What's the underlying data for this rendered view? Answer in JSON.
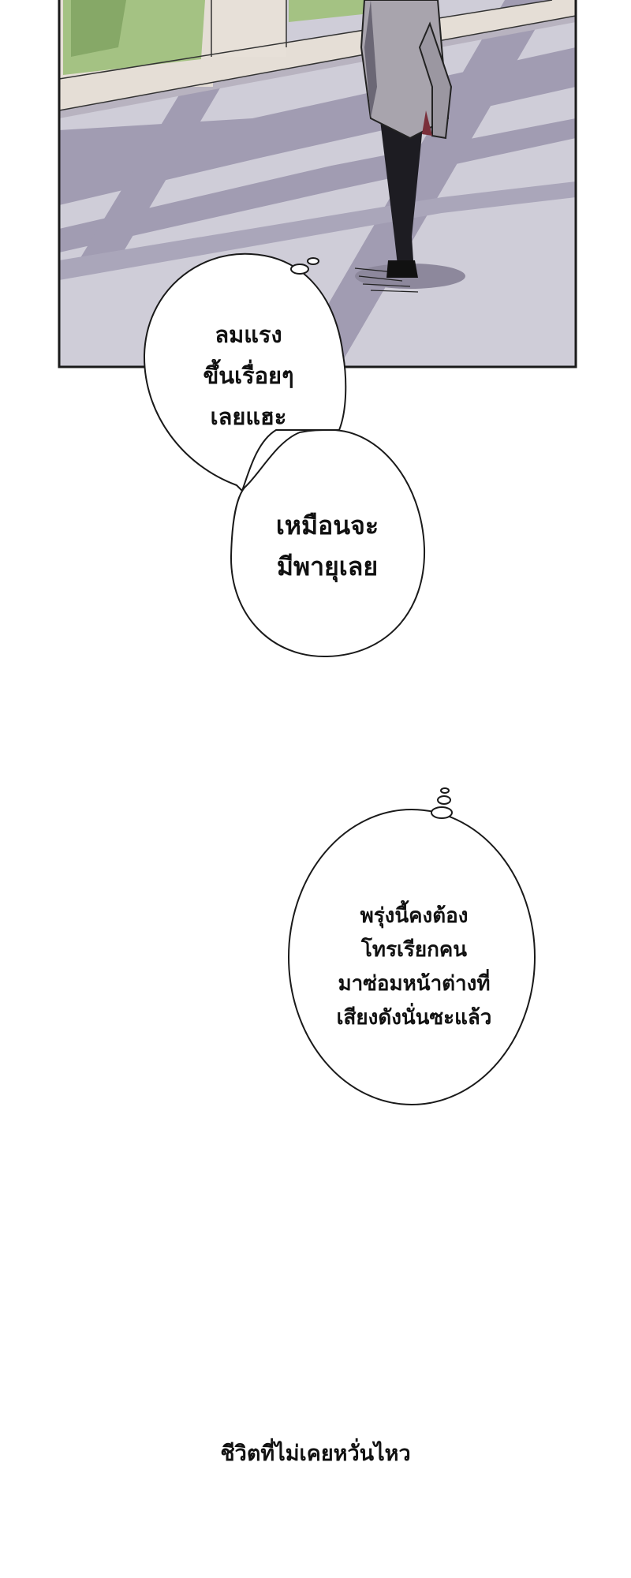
{
  "panel": {
    "scene": "comic-panel-hallway-window",
    "colors": {
      "floor": "#cfcdd8",
      "shadow": "#9b96ad",
      "wall": "#e3dcd4",
      "foliage": "#a7c489",
      "border": "#1a1a1a"
    }
  },
  "bubbles": [
    {
      "lines": [
        "ลมแรง",
        "ขึ้นเรื่อยๆ",
        "เลยแฮะ"
      ]
    },
    {
      "lines": [
        "เหมือนจะ",
        "มีพายุเลย"
      ]
    },
    {
      "lines": [
        "พรุ่งนี้คงต้อง",
        "โทรเรียกคน",
        "มาซ่อมหน้าต่างที่",
        "เสียงดังนั่นซะแล้ว"
      ]
    }
  ],
  "caption": "ชีวิตที่ไม่เคยหวั่นไหว"
}
